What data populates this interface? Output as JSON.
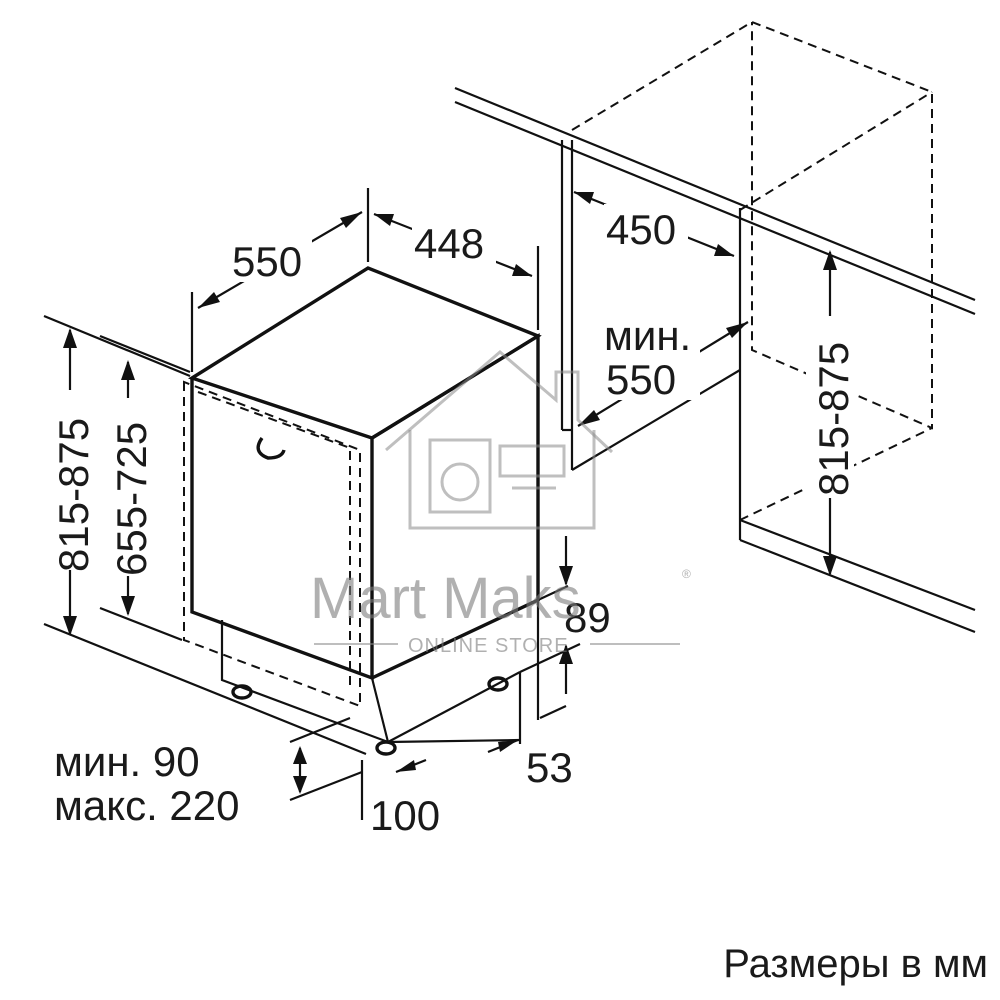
{
  "dimensions": {
    "depth": "550",
    "width": "448",
    "niche_width": "450",
    "niche_depth_line1": "мин.",
    "niche_depth_line2": "550",
    "height_range_left": "815-875",
    "body_height_range": "655-725",
    "niche_height_range": "815-875",
    "plinth_height": "89",
    "foot_offset": "53",
    "plinth_depth": "100",
    "plinth_min": "мин. 90",
    "plinth_max": "макс. 220"
  },
  "watermark": {
    "brand": "Mart Maks",
    "registered_mark": "®",
    "tagline": "ONLINE STORE"
  },
  "footer": {
    "units_note": "Размеры в мм"
  }
}
